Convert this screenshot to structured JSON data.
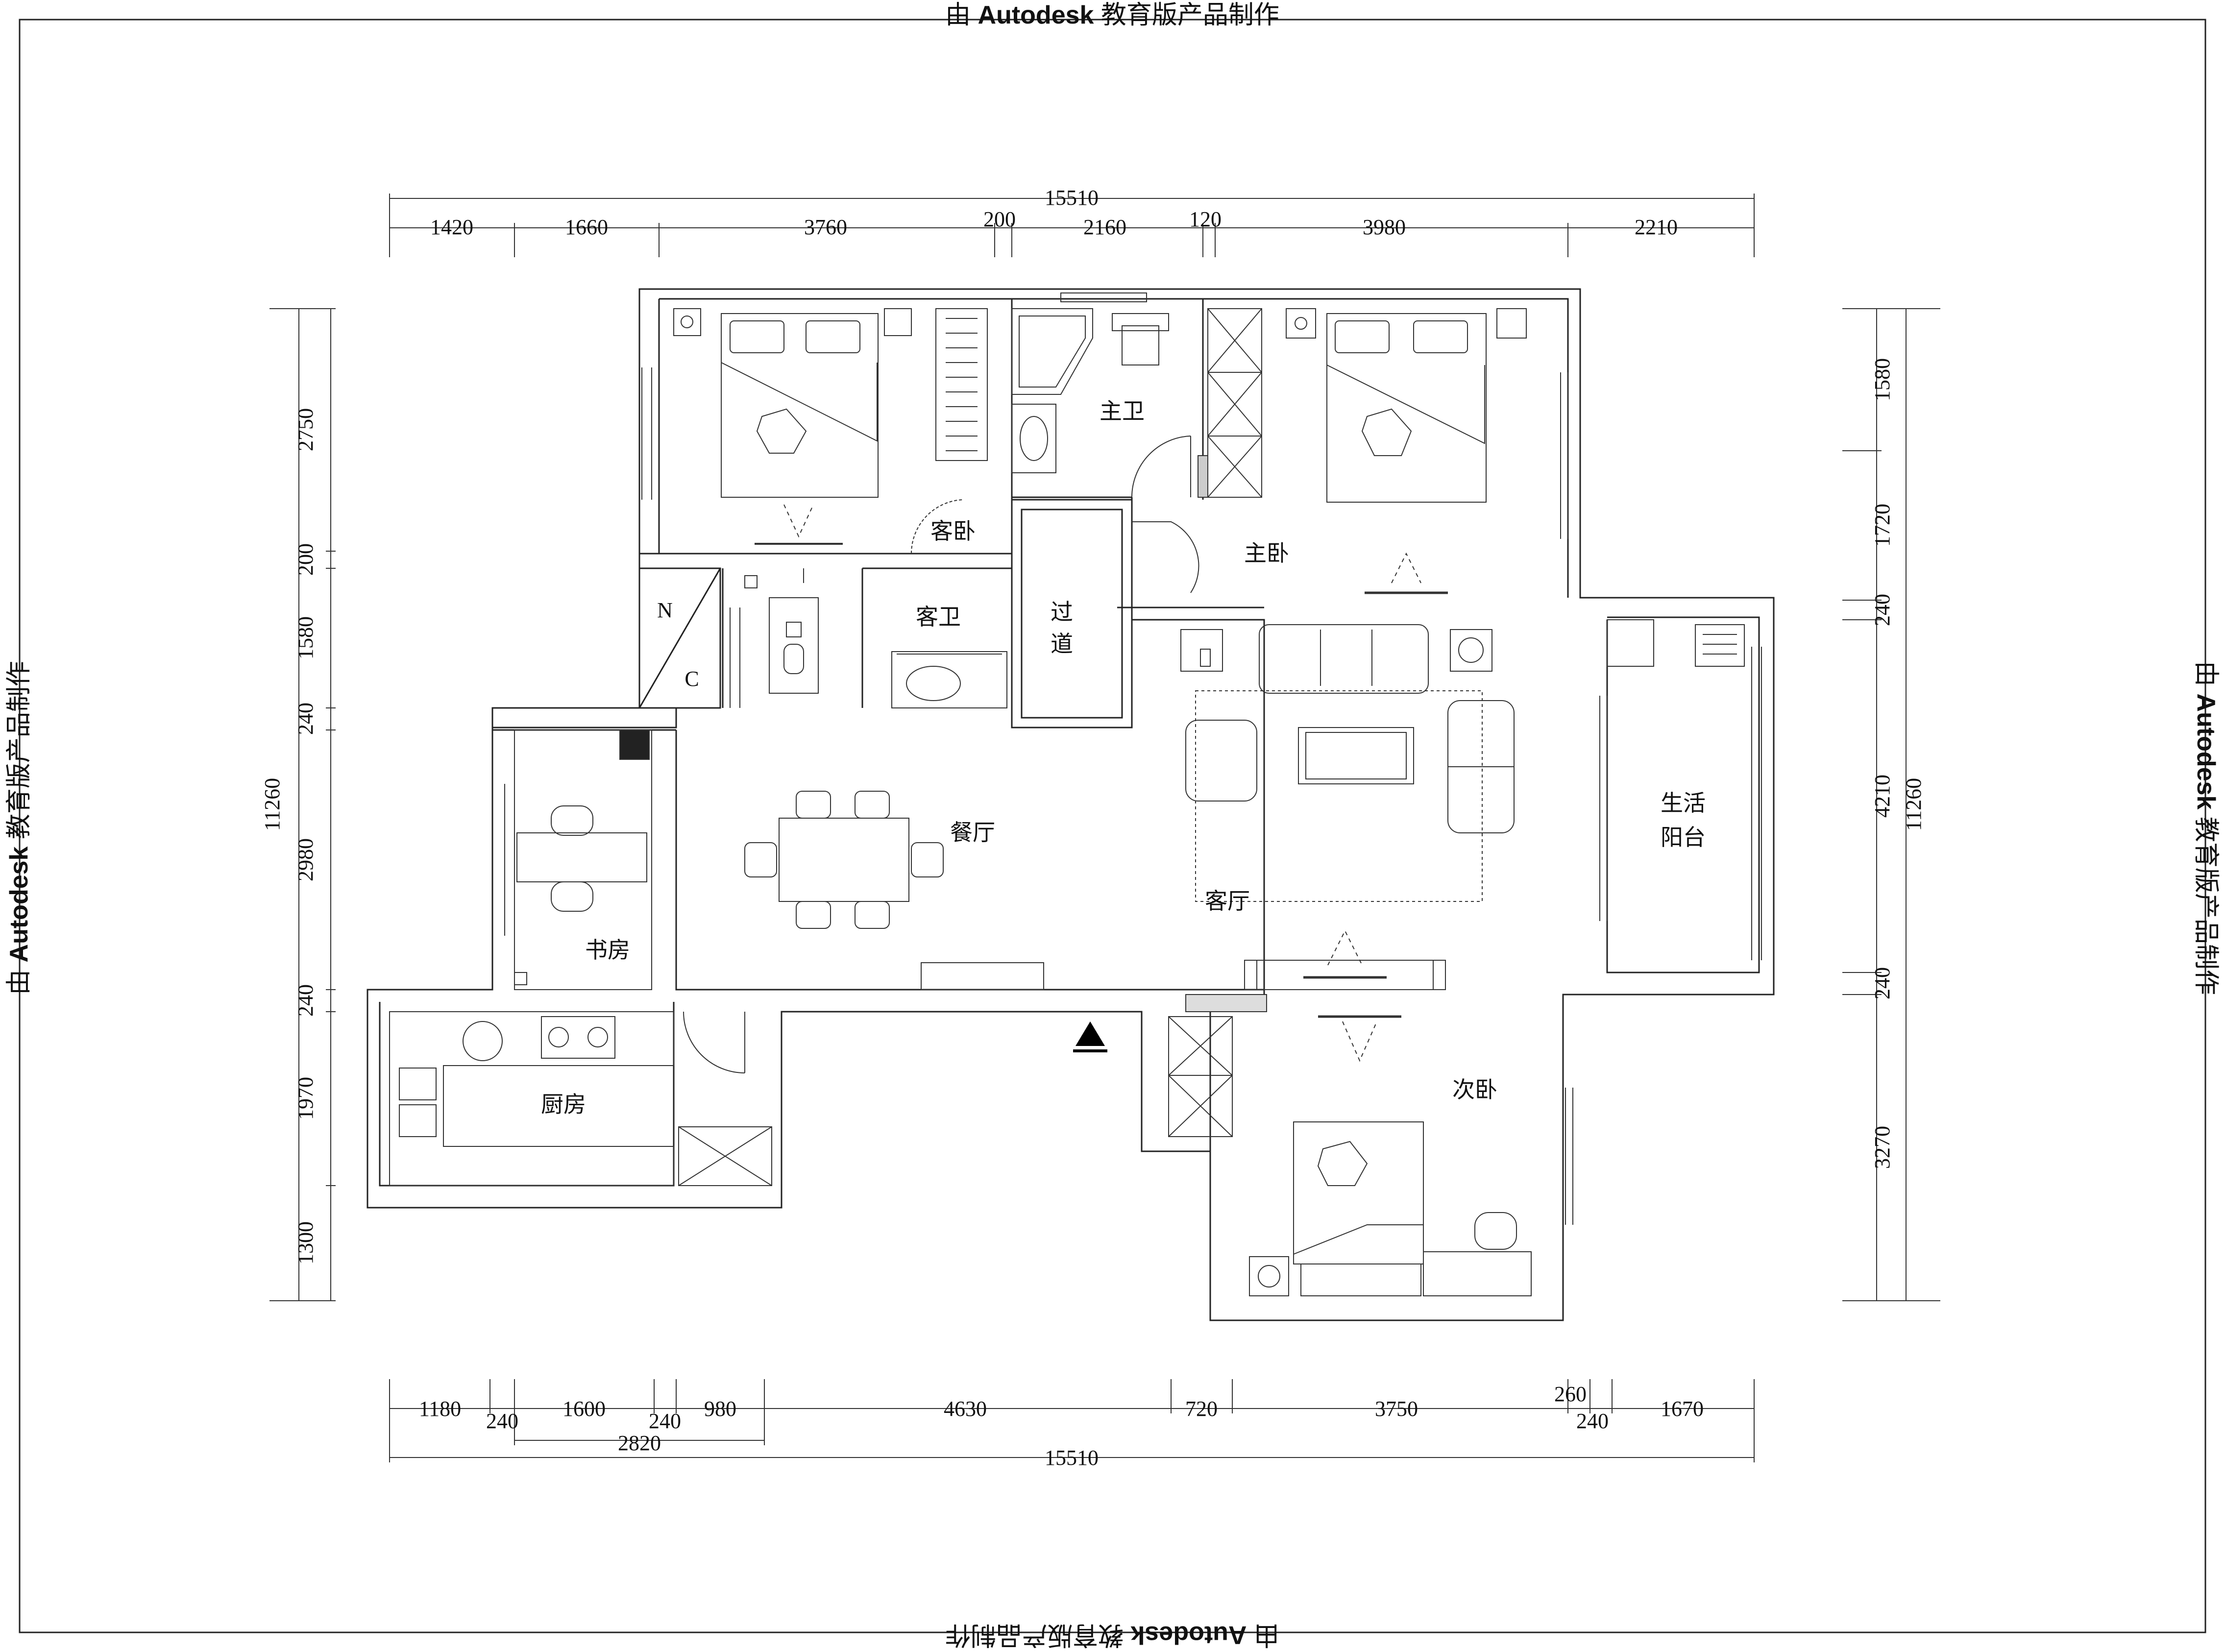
{
  "watermark": {
    "prefix": "由",
    "brand": "Autodesk",
    "suffix": "教育版产品制作"
  },
  "rooms": {
    "guest_bedroom": "客卧",
    "master_bath": "主卫",
    "master_bedroom": "主卧",
    "guest_bath": "客卫",
    "corridor_1": "过",
    "corridor_2": "道",
    "living_balcony_1": "生活",
    "living_balcony_2": "阳台",
    "dining": "餐厅",
    "living": "客厅",
    "study": "书房",
    "kitchen": "厨房",
    "second_bedroom": "次卧",
    "shaft_n": "N",
    "shaft_c": "C"
  },
  "dimensions": {
    "top_total": "15510",
    "top": [
      "1420",
      "1660",
      "3760",
      "200",
      "2160",
      "120",
      "3980",
      "2210"
    ],
    "bottom_total": "15510",
    "bottom_sub": "2820",
    "bottom_row1": [
      "1180",
      "1600",
      "980",
      "4630",
      "720",
      "3750",
      "260",
      "1670"
    ],
    "bottom_row2": [
      "240",
      "240",
      "240"
    ],
    "left_total": "11260",
    "left": [
      "2750",
      "200",
      "1580",
      "240",
      "2980",
      "240",
      "1970",
      "1300"
    ],
    "right_total": "11260",
    "right": [
      "1580",
      "1720",
      "240",
      "4210",
      "240",
      "3270"
    ]
  }
}
